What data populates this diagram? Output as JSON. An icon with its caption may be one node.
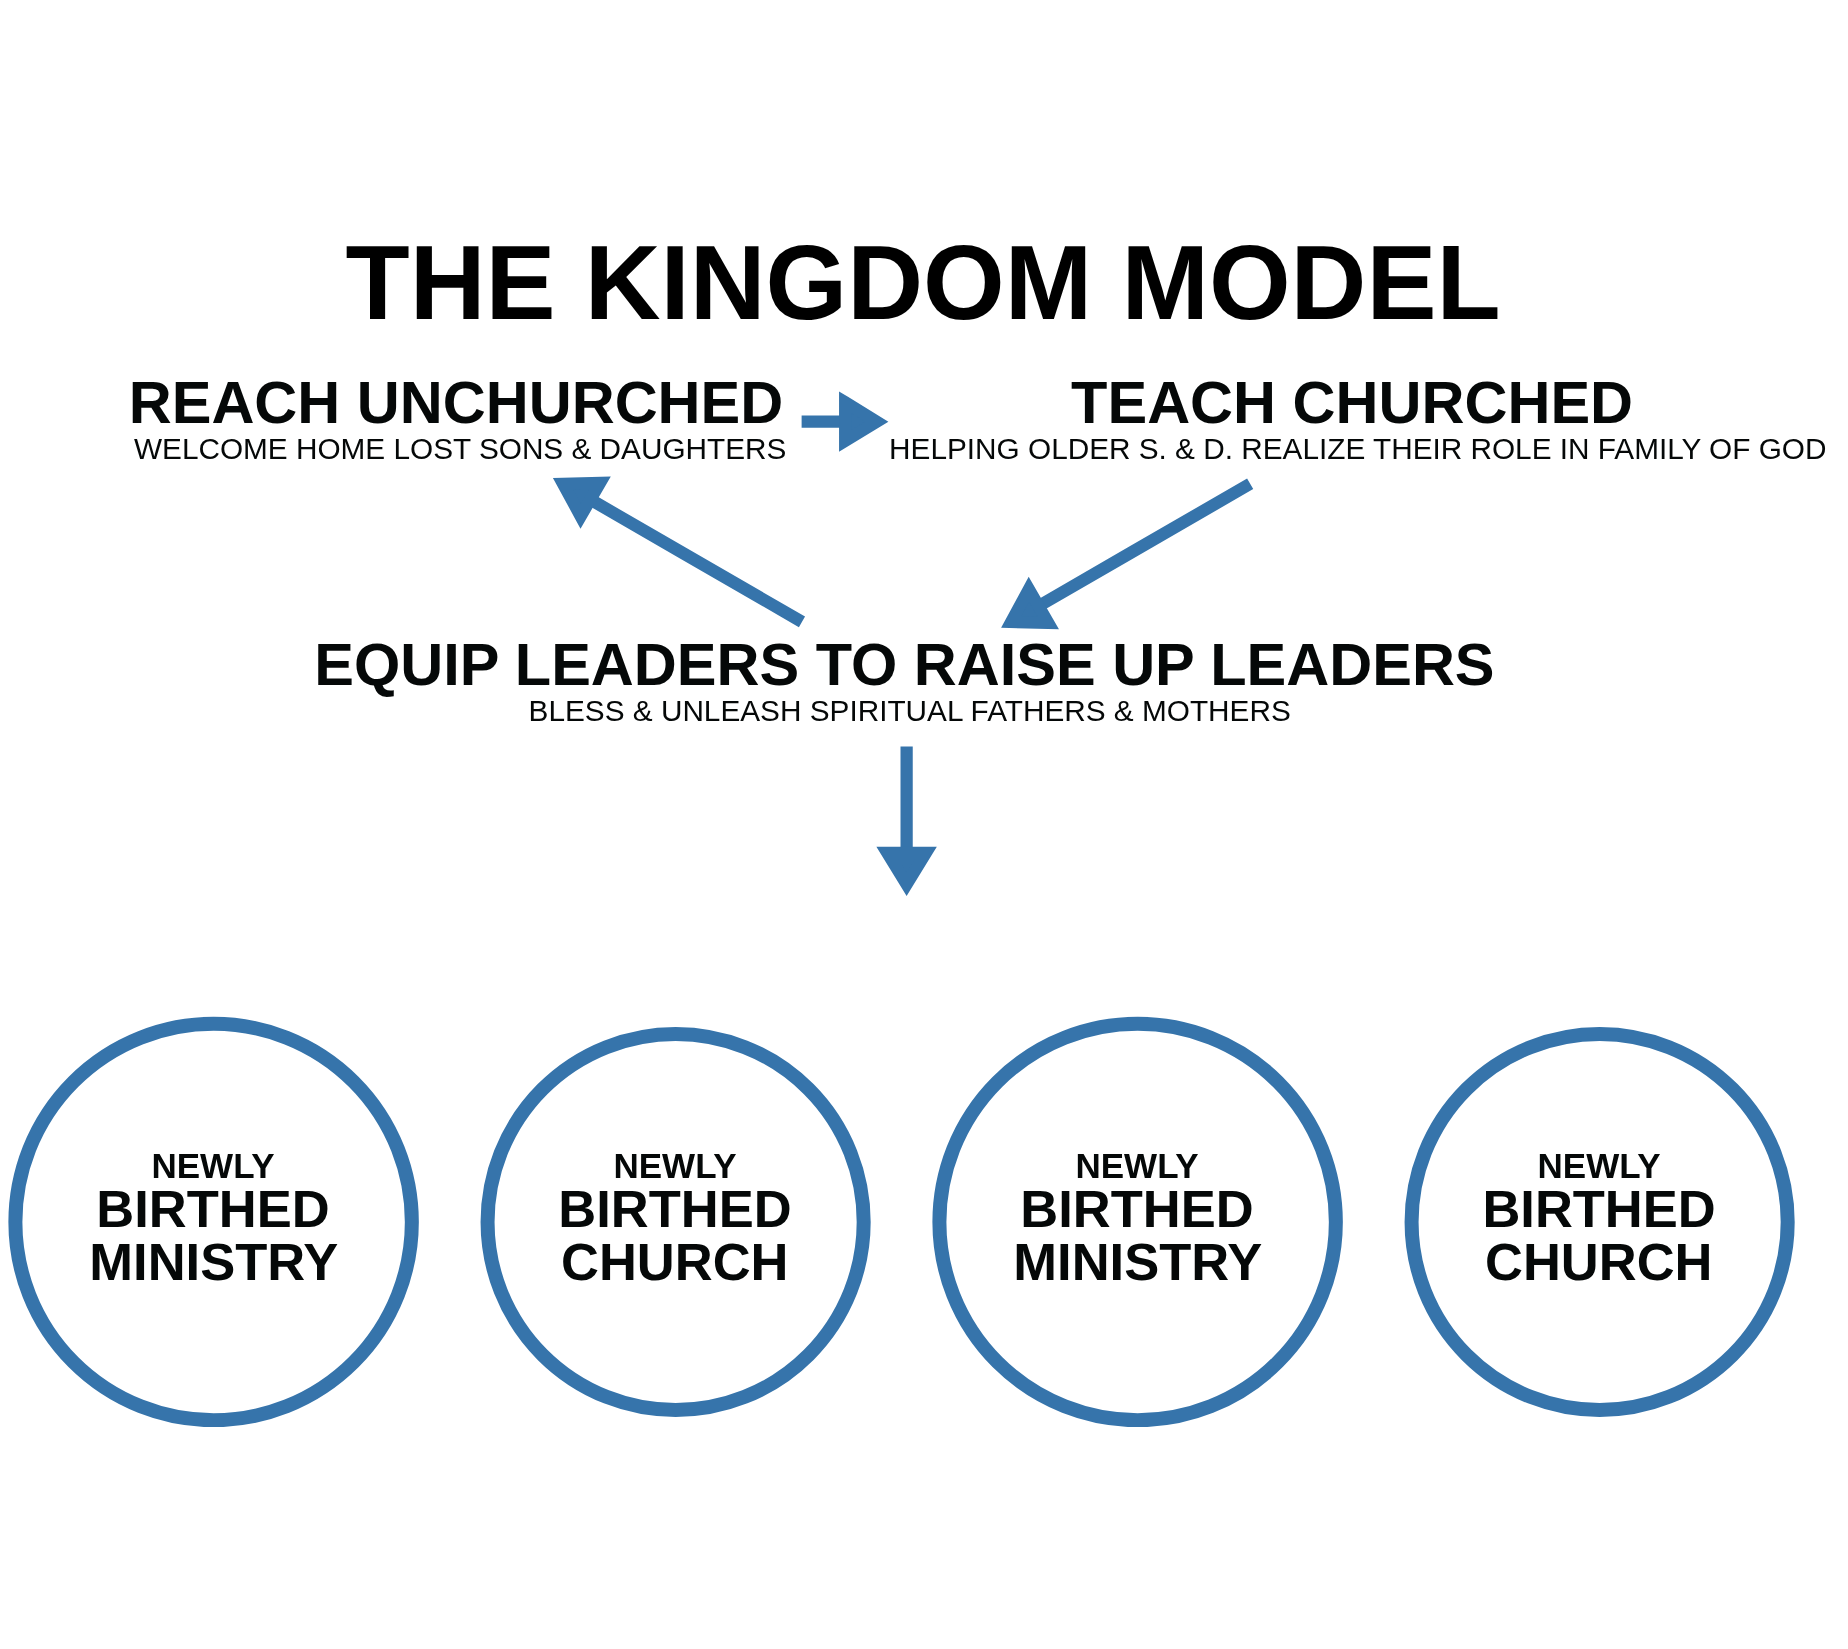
{
  "diagram": {
    "title": "THE KINGDOM MODEL",
    "nodes": [
      {
        "text": [
          "REACH UNCHURCHED",
          "WELCOME HOME LOST SONS & DAUGHTERS"
        ]
      },
      {
        "text": [
          "TEACH CHURCHED",
          "HELPING OLDER S. & D. REALIZE THEIR ROLE IN FAMILY OF GOD"
        ]
      },
      {
        "text": [
          "EQUIP LEADERS TO RAISE UP LEADERS",
          "BLESS & UNLEASH SPIRITUAL FATHERS & MOTHERS"
        ]
      },
      {
        "text": [
          "NEWLY BIRTHED MINISTRY"
        ]
      },
      {
        "text": [
          "NEWLY BIRTHED CHURCH"
        ]
      },
      {
        "text": [
          "NEWLY BIRTHED MINISTRY"
        ]
      },
      {
        "text": [
          "NEWLY BIRTHED CHURCH"
        ]
      }
    ],
    "edges": [
      {
        "from": 0,
        "to": 1,
        "arrow": "to"
      },
      {
        "from": 1,
        "to": 2,
        "arrow": "to"
      },
      {
        "from": 2,
        "to": 0,
        "arrow": "to"
      },
      {
        "from": 2,
        "to": null,
        "arrow": "to"
      }
    ]
  }
}
